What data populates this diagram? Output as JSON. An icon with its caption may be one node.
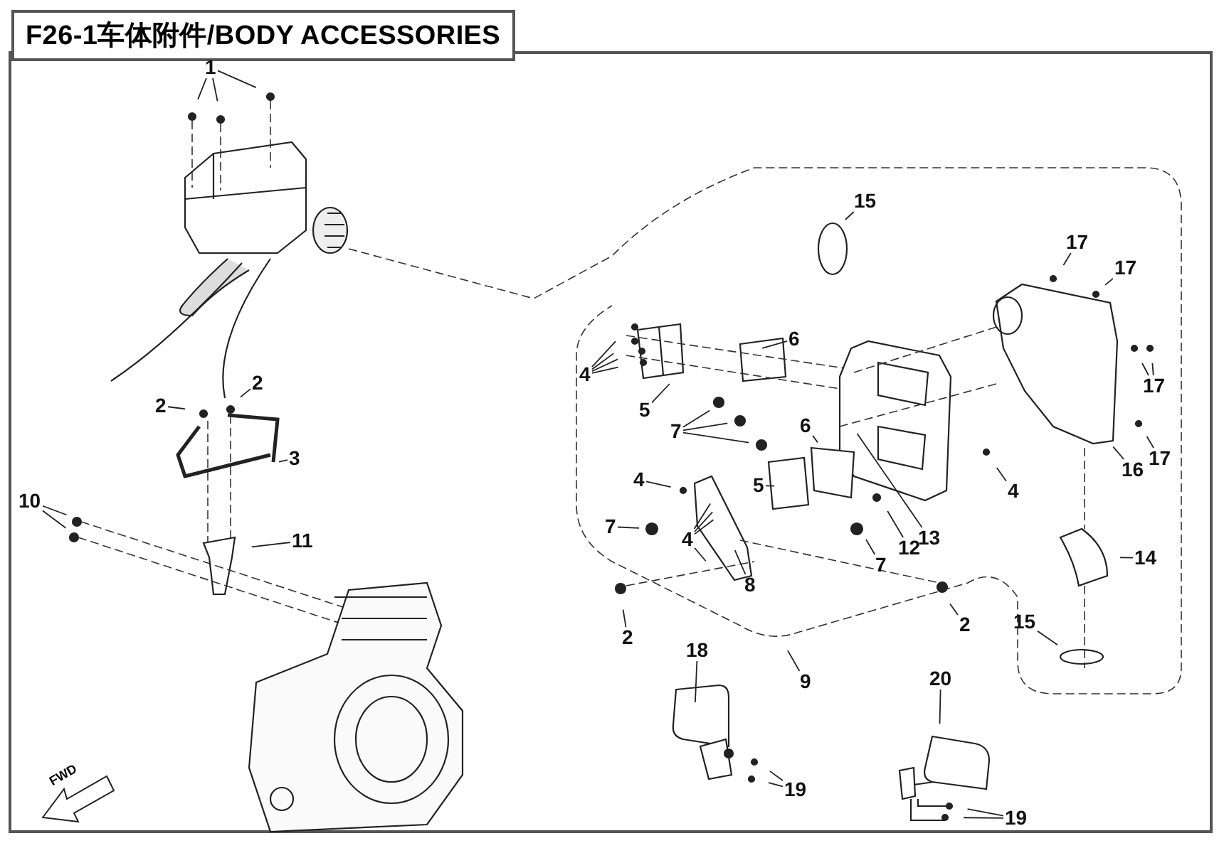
{
  "diagram": {
    "title": "F26-1车体附件/BODY ACCESSORIES",
    "nodes": [
      {
        "text": [
          "1"
        ]
      },
      {
        "text": [
          "2"
        ]
      },
      {
        "text": [
          "2"
        ]
      },
      {
        "text": [
          "3"
        ]
      },
      {
        "text": [
          "10"
        ]
      },
      {
        "text": [
          "11"
        ]
      },
      {
        "text": [
          "4"
        ]
      },
      {
        "text": [
          "5"
        ]
      },
      {
        "text": [
          "6"
        ]
      },
      {
        "text": [
          "7"
        ]
      },
      {
        "text": [
          "6"
        ]
      },
      {
        "text": [
          "5"
        ]
      },
      {
        "text": [
          "4"
        ]
      },
      {
        "text": [
          "7"
        ]
      },
      {
        "text": [
          "4"
        ]
      },
      {
        "text": [
          "8"
        ]
      },
      {
        "text": [
          "2"
        ]
      },
      {
        "text": [
          "2"
        ]
      },
      {
        "text": [
          "9"
        ]
      },
      {
        "text": [
          "7"
        ]
      },
      {
        "text": [
          "12"
        ]
      },
      {
        "text": [
          "13"
        ]
      },
      {
        "text": [
          "4"
        ]
      },
      {
        "text": [
          "16"
        ]
      },
      {
        "text": [
          "17"
        ]
      },
      {
        "text": [
          "17"
        ]
      },
      {
        "text": [
          "17"
        ]
      },
      {
        "text": [
          "17"
        ]
      },
      {
        "text": [
          "15"
        ]
      },
      {
        "text": [
          "14"
        ]
      },
      {
        "text": [
          "15"
        ]
      },
      {
        "text": [
          "18"
        ]
      },
      {
        "text": [
          "19"
        ]
      },
      {
        "text": [
          "20"
        ]
      },
      {
        "text": [
          "19"
        ]
      }
    ],
    "edges": [
      {
        "from": 0,
        "to": null,
        "arrow": "none"
      },
      {
        "from": 0,
        "to": null,
        "arrow": "none"
      },
      {
        "from": 0,
        "to": null,
        "arrow": "none"
      },
      {
        "from": 1,
        "to": null,
        "arrow": "none"
      },
      {
        "from": 2,
        "to": null,
        "arrow": "none"
      },
      {
        "from": 3,
        "to": null,
        "arrow": "none"
      },
      {
        "from": 4,
        "to": null,
        "arrow": "none"
      },
      {
        "from": 4,
        "to": null,
        "arrow": "none"
      },
      {
        "from": 5,
        "to": null,
        "arrow": "none"
      },
      {
        "from": 6,
        "to": null,
        "arrow": "none"
      },
      {
        "from": 6,
        "to": null,
        "arrow": "none"
      },
      {
        "from": 6,
        "to": null,
        "arrow": "none"
      },
      {
        "from": 6,
        "to": null,
        "arrow": "none"
      },
      {
        "from": 7,
        "to": null,
        "arrow": "none"
      },
      {
        "from": 8,
        "to": null,
        "arrow": "none"
      },
      {
        "from": 9,
        "to": null,
        "arrow": "none"
      },
      {
        "from": 9,
        "to": null,
        "arrow": "none"
      },
      {
        "from": 9,
        "to": null,
        "arrow": "none"
      },
      {
        "from": 10,
        "to": null,
        "arrow": "none"
      },
      {
        "from": 11,
        "to": null,
        "arrow": "none"
      },
      {
        "from": 12,
        "to": null,
        "arrow": "none"
      },
      {
        "from": 13,
        "to": null,
        "arrow": "none"
      },
      {
        "from": 14,
        "to": null,
        "arrow": "none"
      },
      {
        "from": 14,
        "to": null,
        "arrow": "none"
      },
      {
        "from": 14,
        "to": null,
        "arrow": "none"
      },
      {
        "from": 14,
        "to": null,
        "arrow": "none"
      },
      {
        "from": 15,
        "to": null,
        "arrow": "none"
      },
      {
        "from": 16,
        "to": null,
        "arrow": "none"
      },
      {
        "from": 17,
        "to": null,
        "arrow": "none"
      },
      {
        "from": 18,
        "to": null,
        "arrow": "none"
      },
      {
        "from": 19,
        "to": null,
        "arrow": "none"
      },
      {
        "from": 20,
        "to": null,
        "arrow": "none"
      },
      {
        "from": 21,
        "to": null,
        "arrow": "none"
      },
      {
        "from": 22,
        "to": null,
        "arrow": "none"
      },
      {
        "from": 23,
        "to": null,
        "arrow": "none"
      },
      {
        "from": 24,
        "to": null,
        "arrow": "none"
      },
      {
        "from": 25,
        "to": null,
        "arrow": "none"
      },
      {
        "from": 26,
        "to": null,
        "arrow": "none"
      },
      {
        "from": 26,
        "to": null,
        "arrow": "none"
      },
      {
        "from": 27,
        "to": null,
        "arrow": "none"
      },
      {
        "from": 28,
        "to": null,
        "arrow": "none"
      },
      {
        "from": 29,
        "to": null,
        "arrow": "none"
      },
      {
        "from": 30,
        "to": null,
        "arrow": "none"
      },
      {
        "from": 31,
        "to": null,
        "arrow": "none"
      },
      {
        "from": 32,
        "to": null,
        "arrow": "none"
      },
      {
        "from": 32,
        "to": null,
        "arrow": "none"
      },
      {
        "from": 33,
        "to": null,
        "arrow": "none"
      },
      {
        "from": 34,
        "to": null,
        "arrow": "none"
      },
      {
        "from": 34,
        "to": null,
        "arrow": "none"
      }
    ],
    "labels": [
      "FWD"
    ]
  }
}
